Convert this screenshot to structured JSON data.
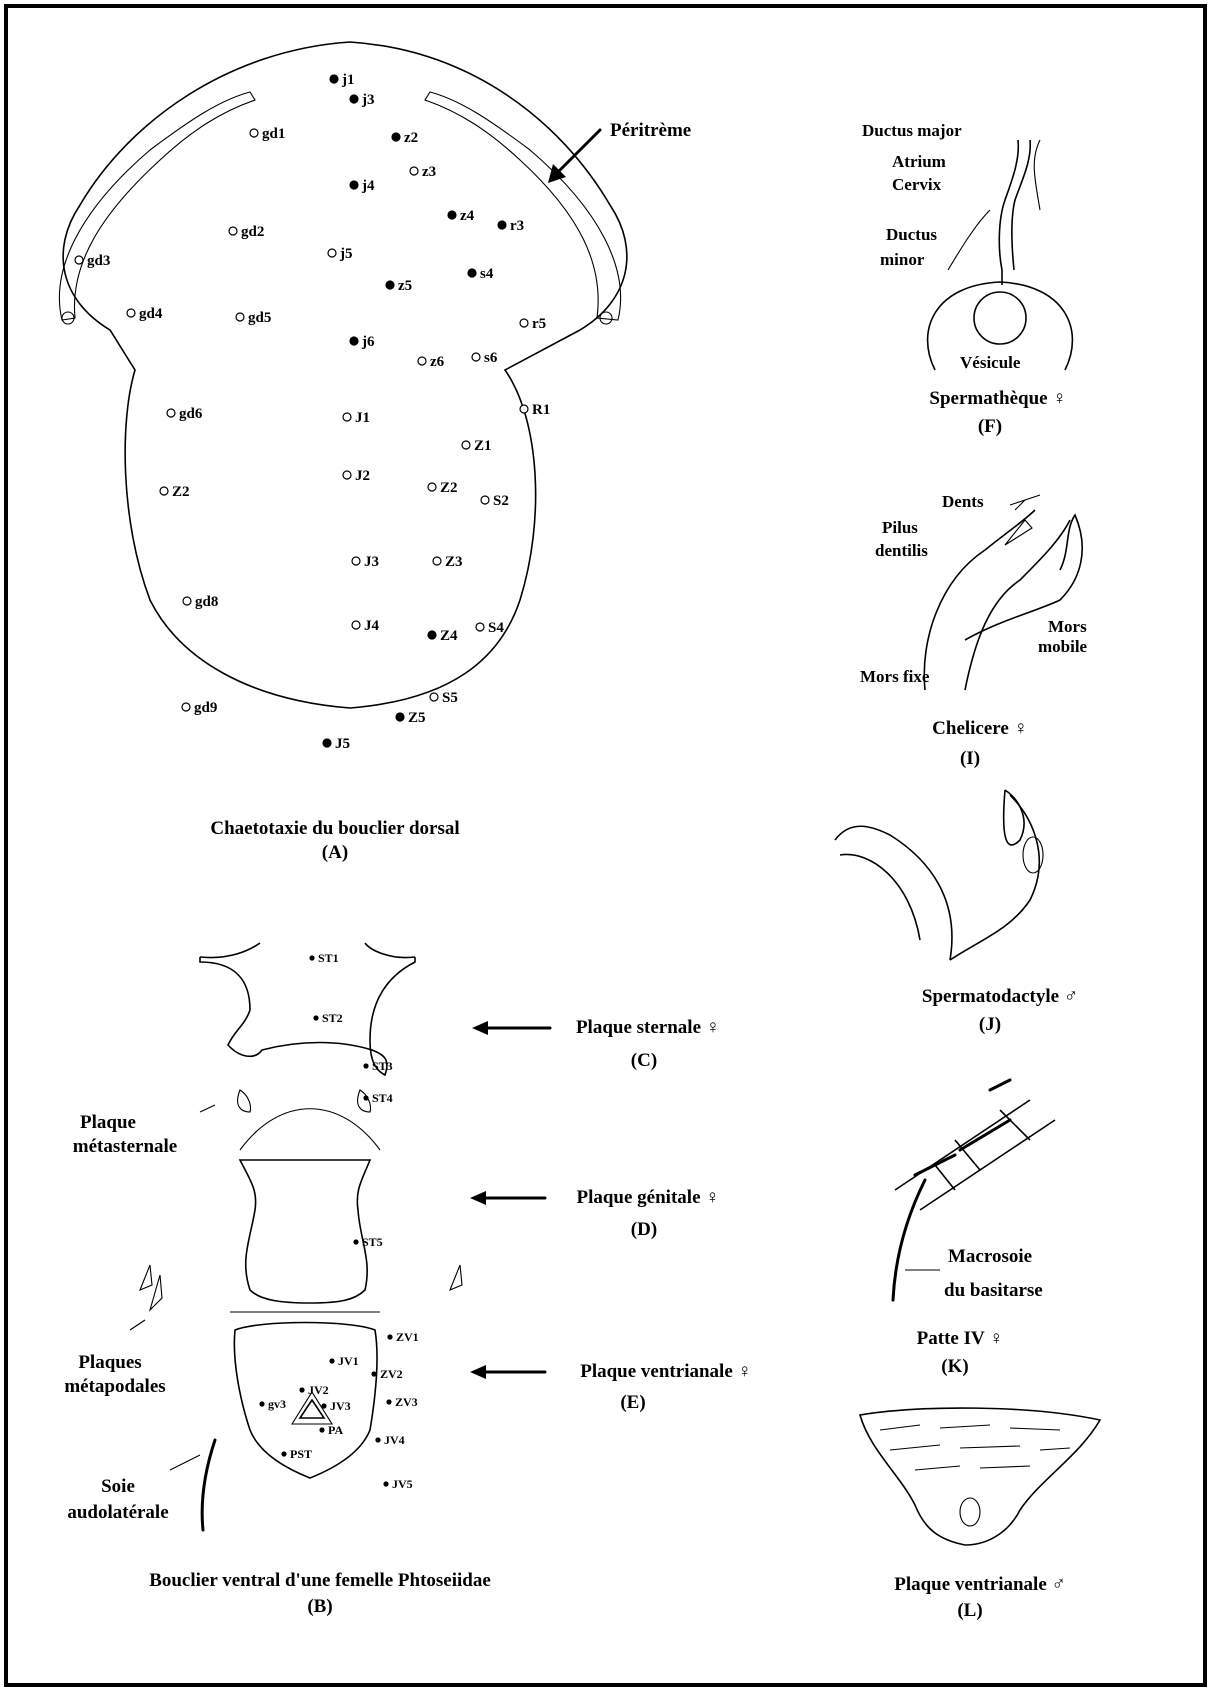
{
  "dorsal": {
    "title": "Chaetotaxie du bouclier dorsal",
    "letter": "(A)",
    "peritreme_label": "Péritrème",
    "setae": [
      {
        "t": "j1",
        "f": true
      },
      {
        "t": "j3",
        "f": true
      },
      {
        "t": "gd1",
        "f": false
      },
      {
        "t": "z2",
        "f": true
      },
      {
        "t": "z3",
        "f": false
      },
      {
        "t": "j4",
        "f": true
      },
      {
        "t": "z4",
        "f": true
      },
      {
        "t": "r3",
        "f": true
      },
      {
        "t": "gd2",
        "f": false
      },
      {
        "t": "gd3",
        "f": false
      },
      {
        "t": "j5",
        "f": false
      },
      {
        "t": "z5",
        "f": true
      },
      {
        "t": "s4",
        "f": true
      },
      {
        "t": "gd4",
        "f": false
      },
      {
        "t": "gd5",
        "f": false
      },
      {
        "t": "r5",
        "f": false
      },
      {
        "t": "j6",
        "f": true
      },
      {
        "t": "z6",
        "f": false
      },
      {
        "t": "s6",
        "f": false
      },
      {
        "t": "R1",
        "f": false
      },
      {
        "t": "gd6",
        "f": false
      },
      {
        "t": "J1",
        "f": false
      },
      {
        "t": "Z1",
        "f": false
      },
      {
        "t": "Z2",
        "f": false
      },
      {
        "t": "J2",
        "f": false
      },
      {
        "t": "Z2",
        "f": false
      },
      {
        "t": "S2",
        "f": false
      },
      {
        "t": "J3",
        "f": false
      },
      {
        "t": "Z3",
        "f": false
      },
      {
        "t": "gd8",
        "f": false
      },
      {
        "t": "J4",
        "f": false
      },
      {
        "t": "Z4",
        "f": true
      },
      {
        "t": "S4",
        "f": false
      },
      {
        "t": "gd9",
        "f": false
      },
      {
        "t": "S5",
        "f": false
      },
      {
        "t": "Z5",
        "f": true
      },
      {
        "t": "J5",
        "f": true
      }
    ]
  },
  "ventral": {
    "title": "Bouclier ventral d'une femelle Phtoseiidae",
    "letter": "(B)",
    "setae": [
      "ST1",
      "ST2",
      "ST3",
      "ST4",
      "ST5",
      "ZV1",
      "JV1",
      "ZV2",
      "JV2",
      "gv3",
      "JV3",
      "ZV3",
      "PA",
      "JV4",
      "PST",
      "JV5"
    ],
    "side_labels": {
      "metasternal_1": "Plaque",
      "metasternal_2": "métasternale",
      "metapodal_1": "Plaques",
      "metapodal_2": "métapodales",
      "seta_1": "Soie",
      "seta_2": "audolatérale"
    }
  },
  "plates": [
    {
      "name": "Plaque sternale ♀",
      "letter": "(C)"
    },
    {
      "name": "Plaque génitale ♀",
      "letter": "(D)"
    },
    {
      "name": "Plaque ventrianale ♀",
      "letter": "(E)"
    }
  ],
  "spermatheca": {
    "title": "Spermathèque ♀",
    "letter": "(F)",
    "parts": [
      "Ductus major",
      "Atrium",
      "Cervix",
      "Ductus",
      "minor",
      "Vésicule"
    ]
  },
  "chelicera": {
    "title": "Chelicere ♀",
    "letter": "(I)",
    "parts": [
      "Dents",
      "Pilus",
      "dentilis",
      "Mors",
      "mobile",
      "Mors fixe"
    ]
  },
  "spermatodactyl": {
    "title": "Spermatodactyle ♂",
    "letter": "(J)"
  },
  "leg": {
    "title": "Patte IV ♀",
    "letter": "(K)",
    "parts": [
      "Macrosoie",
      "du basitarse"
    ]
  },
  "male_plate": {
    "title": "Plaque ventrianale ♂",
    "letter": "(L)"
  }
}
